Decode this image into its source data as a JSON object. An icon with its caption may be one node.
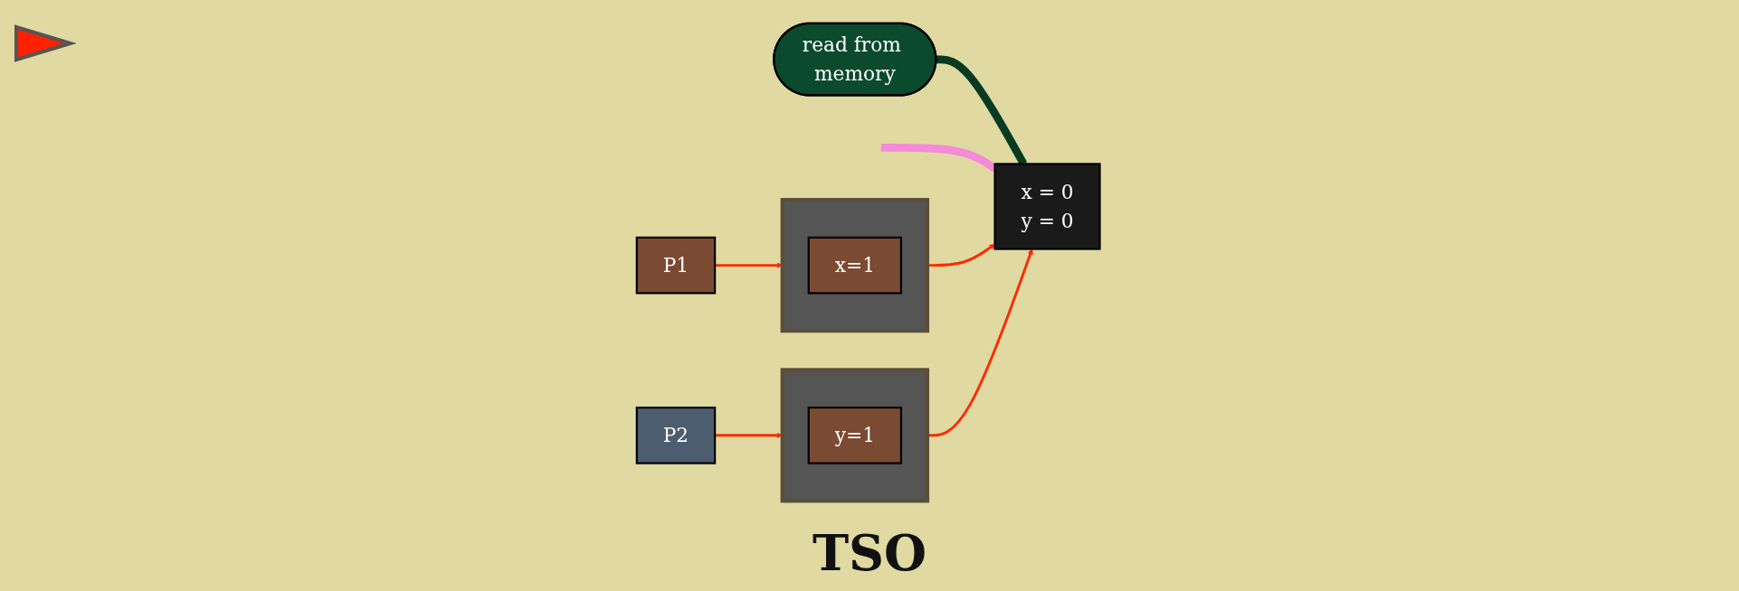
{
  "diagram": {
    "nodes": [
      {
        "text": [
          "P1"
        ]
      },
      {
        "text": [],
        "shape": "bar"
      },
      {
        "text": [
          "x=1"
        ],
        "in": 1
      },
      {
        "text": [
          "P2"
        ]
      },
      {
        "text": [],
        "shape": "bar"
      },
      {
        "text": [
          "y=1"
        ],
        "in": 4
      },
      {
        "text": [
          "x = 0",
          "y = 0"
        ]
      },
      {
        "text": [
          "read from memory"
        ]
      }
    ],
    "edges": [
      {
        "from": 0,
        "to": 1,
        "arrow": "to"
      },
      {
        "from": 1,
        "to": 6,
        "arrow": "to"
      },
      {
        "from": 3,
        "to": 4,
        "arrow": "to"
      },
      {
        "from": 4,
        "to": 6,
        "arrow": "to"
      },
      {
        "from": 7,
        "to": 6,
        "arrow": "none",
        "style": "thick",
        "color": "#0a3a22"
      },
      {
        "from": null,
        "to": 6,
        "arrow": "none",
        "style": "thick",
        "color": "#f48ad8"
      }
    ],
    "labels": [
      "TSO"
    ]
  }
}
